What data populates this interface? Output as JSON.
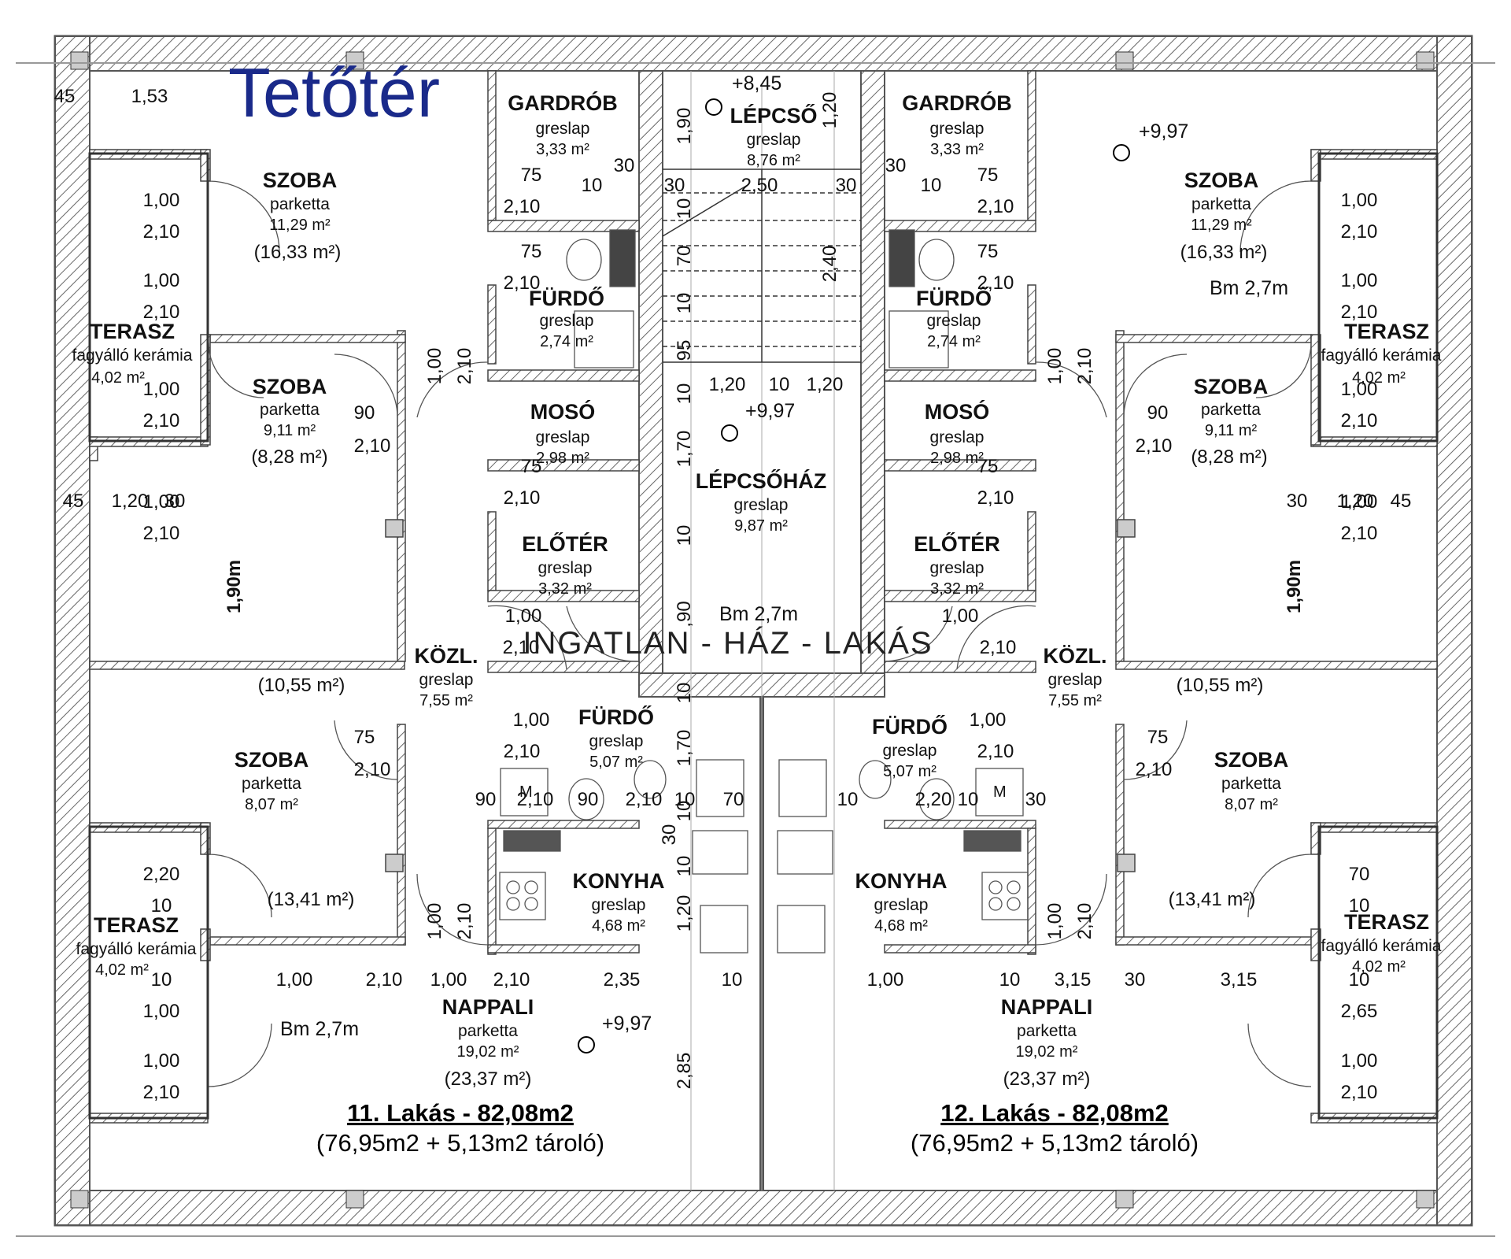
{
  "title": "Tetőtér",
  "watermark": "INGATLAN - HÁZ - LAKÁS",
  "rooms": [
    {
      "id": "gardrob-l",
      "name": "GARDRÓB",
      "material": "greslap",
      "area": "3,33 m²"
    },
    {
      "id": "gardrob-r",
      "name": "GARDRÓB",
      "material": "greslap",
      "area": "3,33 m²"
    },
    {
      "id": "lepcso",
      "name": "LÉPCSŐ",
      "material": "greslap",
      "area": "8,76 m²"
    },
    {
      "id": "szoba1-l",
      "name": "SZOBA",
      "material": "parketta",
      "area": "11,29 m²",
      "gross": "(16,33 m²)"
    },
    {
      "id": "szoba1-r",
      "name": "SZOBA",
      "material": "parketta",
      "area": "11,29 m²",
      "gross": "(16,33 m²)"
    },
    {
      "id": "furdo1-l",
      "name": "FÜRDŐ",
      "material": "greslap",
      "area": "2,74 m²"
    },
    {
      "id": "furdo1-r",
      "name": "FÜRDŐ",
      "material": "greslap",
      "area": "2,74 m²"
    },
    {
      "id": "terasz1-l",
      "name": "TERASZ",
      "material": "fagyálló kerámia",
      "area": "4,02 m²"
    },
    {
      "id": "terasz1-r",
      "name": "TERASZ",
      "material": "fagyálló kerámia",
      "area": "4,02 m²"
    },
    {
      "id": "szoba2-l",
      "name": "SZOBA",
      "material": "parketta",
      "area": "9,11 m²",
      "gross": "(8,28 m²)"
    },
    {
      "id": "szoba2-r",
      "name": "SZOBA",
      "material": "parketta",
      "area": "9,11 m²",
      "gross": "(8,28 m²)"
    },
    {
      "id": "moso-l",
      "name": "MOSÓ",
      "material": "greslap",
      "area": "2,98 m²"
    },
    {
      "id": "moso-r",
      "name": "MOSÓ",
      "material": "greslap",
      "area": "2,98 m²"
    },
    {
      "id": "lepcsohaz",
      "name": "LÉPCSŐHÁZ",
      "material": "greslap",
      "area": "9,87 m²"
    },
    {
      "id": "eloter-l",
      "name": "ELŐTÉR",
      "material": "greslap",
      "area": "3,32 m²"
    },
    {
      "id": "eloter-r",
      "name": "ELŐTÉR",
      "material": "greslap",
      "area": "3,32 m²"
    },
    {
      "id": "kozl-l",
      "name": "KÖZL.",
      "material": "greslap",
      "area": "7,55 m²"
    },
    {
      "id": "kozl-r",
      "name": "KÖZL.",
      "material": "greslap",
      "area": "7,55 m²"
    },
    {
      "id": "furdo2-l",
      "name": "FÜRDŐ",
      "material": "greslap",
      "area": "5,07 m²"
    },
    {
      "id": "furdo2-r",
      "name": "FÜRDŐ",
      "material": "greslap",
      "area": "5,07 m²"
    },
    {
      "id": "szoba3-l",
      "name": "SZOBA",
      "material": "parketta",
      "area": "8,07 m²"
    },
    {
      "id": "szoba3-r",
      "name": "SZOBA",
      "material": "parketta",
      "area": "8,07 m²"
    },
    {
      "id": "konyha-l",
      "name": "KONYHA",
      "material": "greslap",
      "area": "4,68 m²"
    },
    {
      "id": "konyha-r",
      "name": "KONYHA",
      "material": "greslap",
      "area": "4,68 m²"
    },
    {
      "id": "terasz2-l",
      "name": "TERASZ",
      "material": "fagyálló kerámia",
      "area": "4,02 m²"
    },
    {
      "id": "terasz2-r",
      "name": "TERASZ",
      "material": "fagyálló kerámia",
      "area": "4,02 m²"
    },
    {
      "id": "nappali-l",
      "name": "NAPPALI",
      "material": "parketta",
      "area": "19,02 m²",
      "gross": "(23,37 m²)"
    },
    {
      "id": "nappali-r",
      "name": "NAPPALI",
      "material": "parketta",
      "area": "19,02 m²",
      "gross": "(23,37 m²)"
    }
  ],
  "gross_labels": [
    "(10,55 m²)",
    "(10,55 m²)",
    "(13,41 m²)",
    "(13,41 m²)"
  ],
  "levels": [
    "+8,45",
    "+9,97",
    "+9,97",
    "+9,97"
  ],
  "heights": [
    "Bm 2,7m",
    "Bm 2,7m",
    "Bm 2,7m"
  ],
  "apartments": [
    {
      "title": "11. Lakás - 82,08m2",
      "detail": "(76,95m2 + 5,13m2 tároló)"
    },
    {
      "title": "12. Lakás - 82,08m2",
      "detail": "(76,95m2 + 5,13m2 tároló)"
    }
  ],
  "dims_h": [
    "45",
    "1,53",
    "75",
    "2,10",
    "10",
    "30",
    "30",
    "2,50",
    "30",
    "30",
    "10",
    "75",
    "2,10",
    "1,00",
    "2,10",
    "1,00",
    "2,10",
    "1,00",
    "2,10",
    "1,00",
    "2,10",
    "75",
    "2,10",
    "75",
    "2,10",
    "1,00",
    "2,10",
    "1,00",
    "2,10",
    "1,00",
    "2,10",
    "1,00",
    "2,10",
    "90",
    "2,10",
    "90",
    "2,10",
    "1,20",
    "10",
    "1,20",
    "75",
    "2,10",
    "75",
    "2,10",
    "45",
    "1,20",
    "30",
    "30",
    "1,20",
    "45",
    "1,00",
    "2,10",
    "1,00",
    "2,10",
    "1,00",
    "2,10",
    "1,00",
    "2,10",
    "75",
    "2,10",
    "75",
    "2,10",
    "90",
    "2,10",
    "90",
    "2,10",
    "10",
    "70",
    "10",
    "2,20",
    "10",
    "30",
    "2,20",
    "10",
    "70",
    "10",
    "1,00",
    "2,10",
    "1,00",
    "2,10",
    "2,35",
    "10",
    "1,00",
    "10",
    "3,15",
    "30",
    "3,15",
    "10",
    "1,00",
    "10",
    "2,65",
    "1,00",
    "2,10",
    "1,00",
    "2,10",
    "1,00",
    "2,10",
    "1,00",
    "2,10"
  ],
  "dims_v": [
    "1,90",
    "1,20",
    "10",
    "70",
    "10",
    "95",
    "2,40",
    "1,00",
    "2,10",
    "1,00",
    "2,10",
    "10",
    "1,70",
    "10",
    "1,90m",
    "1,90m",
    ",90",
    "10",
    "1,70",
    "10",
    "30",
    "10",
    "1,20",
    "1,00",
    "2,10",
    "1,00",
    "2,10",
    "2,85"
  ],
  "fixtures": [
    "M",
    "M"
  ]
}
